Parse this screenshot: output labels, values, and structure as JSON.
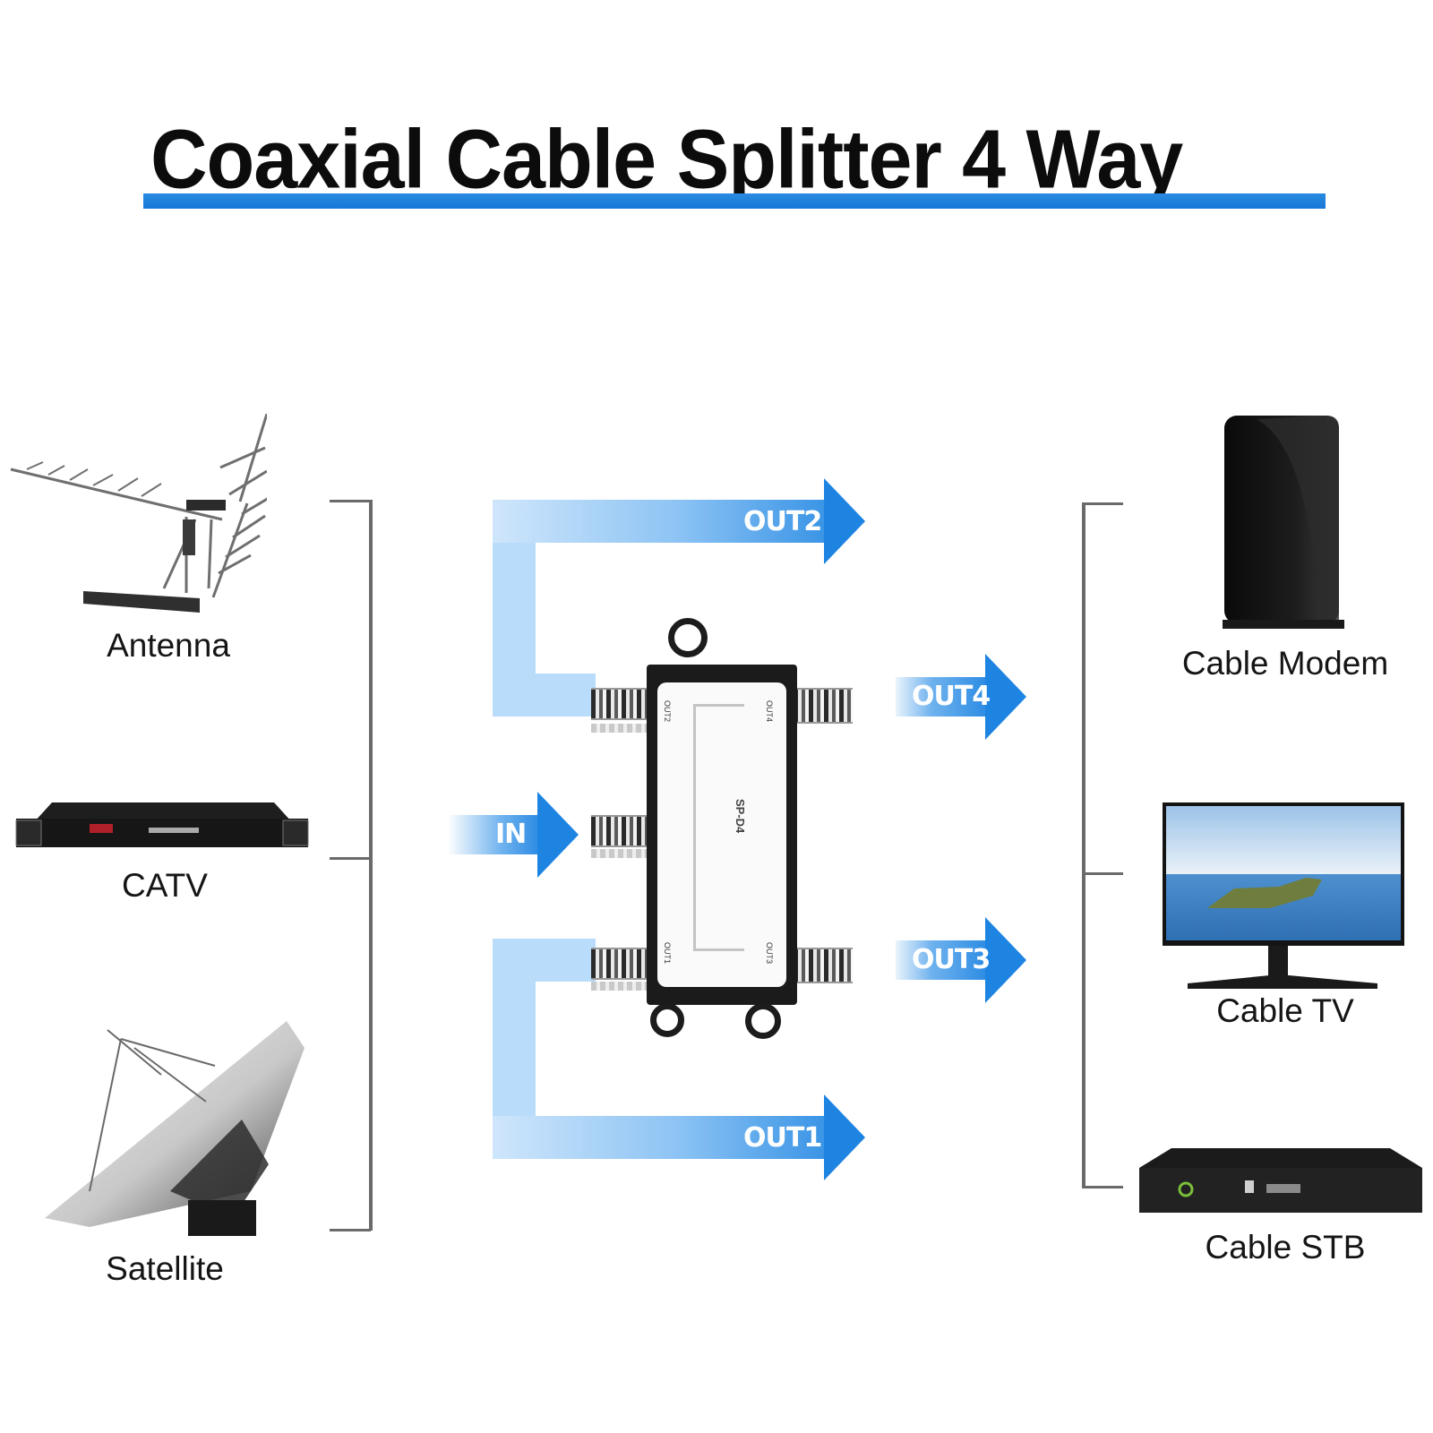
{
  "title": "Coaxial Cable Splitter 4 Way",
  "colors": {
    "accent_blue": "#1677d8",
    "arrow_blue": "#1e84e2",
    "light_band": "#b9dcfa",
    "bracket_gray": "#6a6a6a",
    "text": "#151515"
  },
  "sources": [
    {
      "label": "Antenna",
      "icon": "antenna-icon"
    },
    {
      "label": "CATV",
      "icon": "catv-rack-icon"
    },
    {
      "label": "Satellite",
      "icon": "satellite-dish-icon"
    }
  ],
  "destinations": [
    {
      "label": "Cable Modem",
      "icon": "cable-modem-icon"
    },
    {
      "label": "Cable TV",
      "icon": "tv-icon"
    },
    {
      "label": "Cable STB",
      "icon": "set-top-box-icon"
    }
  ],
  "arrows": {
    "in": "IN",
    "out1": "OUT1",
    "out2": "OUT2",
    "out3": "OUT3",
    "out4": "OUT4"
  },
  "splitter": {
    "model": "SP-D4",
    "port_labels": [
      "OUT2",
      "OUT4",
      "OUT1",
      "OUT3"
    ]
  }
}
